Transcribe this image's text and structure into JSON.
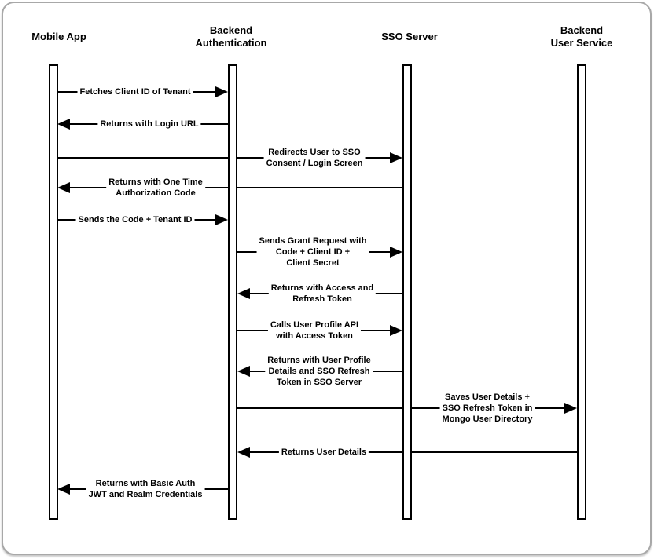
{
  "diagram_type": "sequence-diagram",
  "colors": {
    "background": "#ffffff",
    "line": "#000000",
    "frame_border": "#a8a8a8",
    "text": "#000000"
  },
  "actors": [
    {
      "label": "Mobile App"
    },
    {
      "label": "Backend\nAuthentication"
    },
    {
      "label": "SSO Server"
    },
    {
      "label": "Backend\nUser Service"
    }
  ],
  "messages": [
    {
      "text": "Fetches Client ID of Tenant",
      "from": "Mobile App",
      "to": "Backend Authentication",
      "direction": "right"
    },
    {
      "text": "Returns with Login URL",
      "from": "Backend Authentication",
      "to": "Mobile App",
      "direction": "left"
    },
    {
      "text": "Redirects User to SSO\nConsent / Login Screen",
      "from": "Mobile App",
      "to": "SSO Server",
      "direction": "right"
    },
    {
      "text": "Returns with One Time\nAuthorization Code",
      "from": "SSO Server",
      "to": "Mobile App",
      "direction": "left"
    },
    {
      "text": "Sends the Code + Tenant ID",
      "from": "Mobile App",
      "to": "Backend Authentication",
      "direction": "right"
    },
    {
      "text": "Sends Grant Request with\nCode + Client ID +\nClient Secret",
      "from": "Backend Authentication",
      "to": "SSO Server",
      "direction": "right"
    },
    {
      "text": "Returns with Access and\nRefresh Token",
      "from": "SSO Server",
      "to": "Backend Authentication",
      "direction": "left"
    },
    {
      "text": "Calls User Profile API\nwith Access Token",
      "from": "Backend Authentication",
      "to": "SSO Server",
      "direction": "right"
    },
    {
      "text": "Returns with User Profile\nDetails and SSO Refresh\nToken in SSO Server",
      "from": "SSO Server",
      "to": "Backend Authentication",
      "direction": "left"
    },
    {
      "text": "Saves User Details +\nSSO Refresh Token in\nMongo User Directory",
      "from": "Backend Authentication",
      "to": "Backend User Service",
      "direction": "right"
    },
    {
      "text": "Returns User Details",
      "from": "Backend User Service",
      "to": "Backend Authentication",
      "direction": "left"
    },
    {
      "text": "Returns with Basic Auth\nJWT and Realm Credentials",
      "from": "Backend Authentication",
      "to": "Mobile App",
      "direction": "left"
    }
  ]
}
